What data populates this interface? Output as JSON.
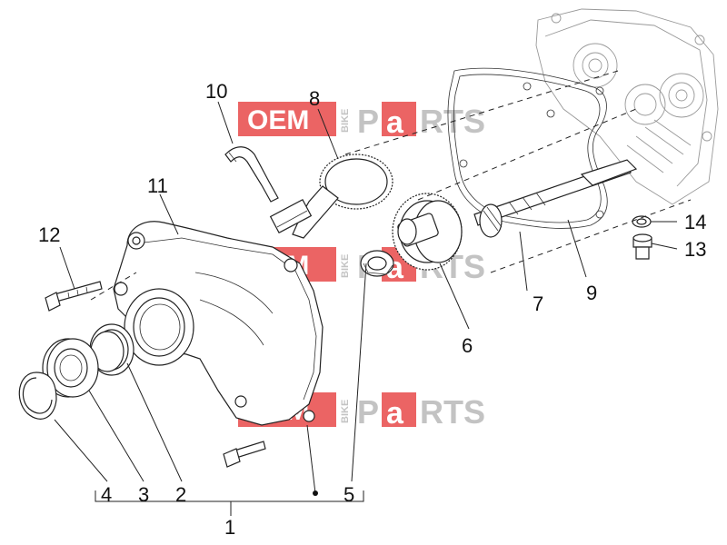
{
  "watermark": {
    "brand_left": "OEM",
    "brand_small": "BIKE",
    "brand_p": "P",
    "brand_a": "a",
    "brand_right": "RTS",
    "color_red": "#e84a4a",
    "color_gray": "#b9b9b9"
  },
  "labels": {
    "p1": "1",
    "p2": "2",
    "p3": "3",
    "p4": "4",
    "p5": "5",
    "p6": "6",
    "p7": "7",
    "p8": "8",
    "p9": "9",
    "p10": "10",
    "p11": "11",
    "p12": "12",
    "p13": "13",
    "p14": "14"
  }
}
